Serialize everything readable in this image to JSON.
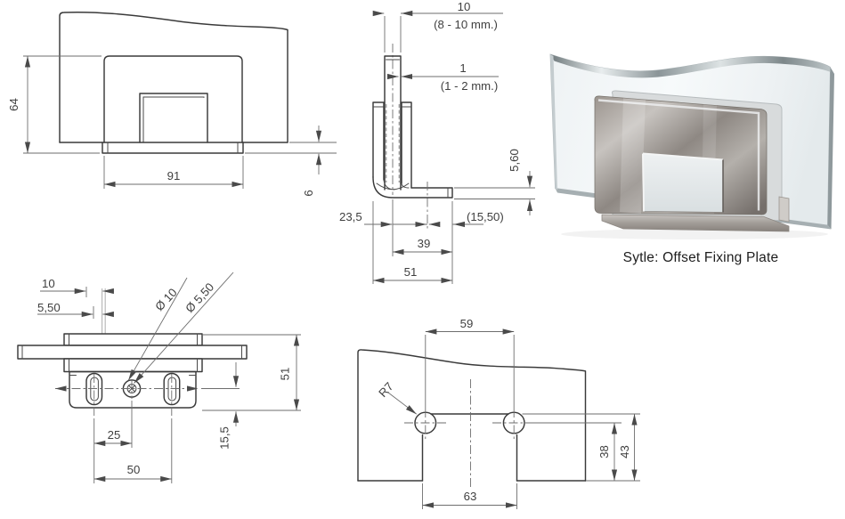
{
  "drawing": {
    "front": {
      "height": "64",
      "width": "91",
      "base_thickness": "6"
    },
    "side": {
      "glass_thickness": "10",
      "glass_thickness_range": "(8 - 10 mm.)",
      "gap": "1",
      "gap_range": "(1 - 2 mm.)",
      "plate_thickness": "5,60",
      "center_to_hole": "23,5",
      "hole_to_end_ref": "(15,50)",
      "center_to_end": "39",
      "total_depth": "51"
    },
    "plan": {
      "slot_outer_width": "10",
      "slot_inner_width": "5,50",
      "counterbore_dia": "Ø 10",
      "hole_dia": "Ø 5,50",
      "center_to_slot": "25",
      "slot_pitch": "50",
      "overall_height": "51",
      "center_offset": "15,5"
    },
    "cutout": {
      "hole_pitch": "59",
      "corner_radius": "R7",
      "center_to_bottom": "38",
      "cutout_height": "43",
      "cutout_width": "63"
    },
    "style_caption": "Sytle: Offset Fixing Plate"
  }
}
